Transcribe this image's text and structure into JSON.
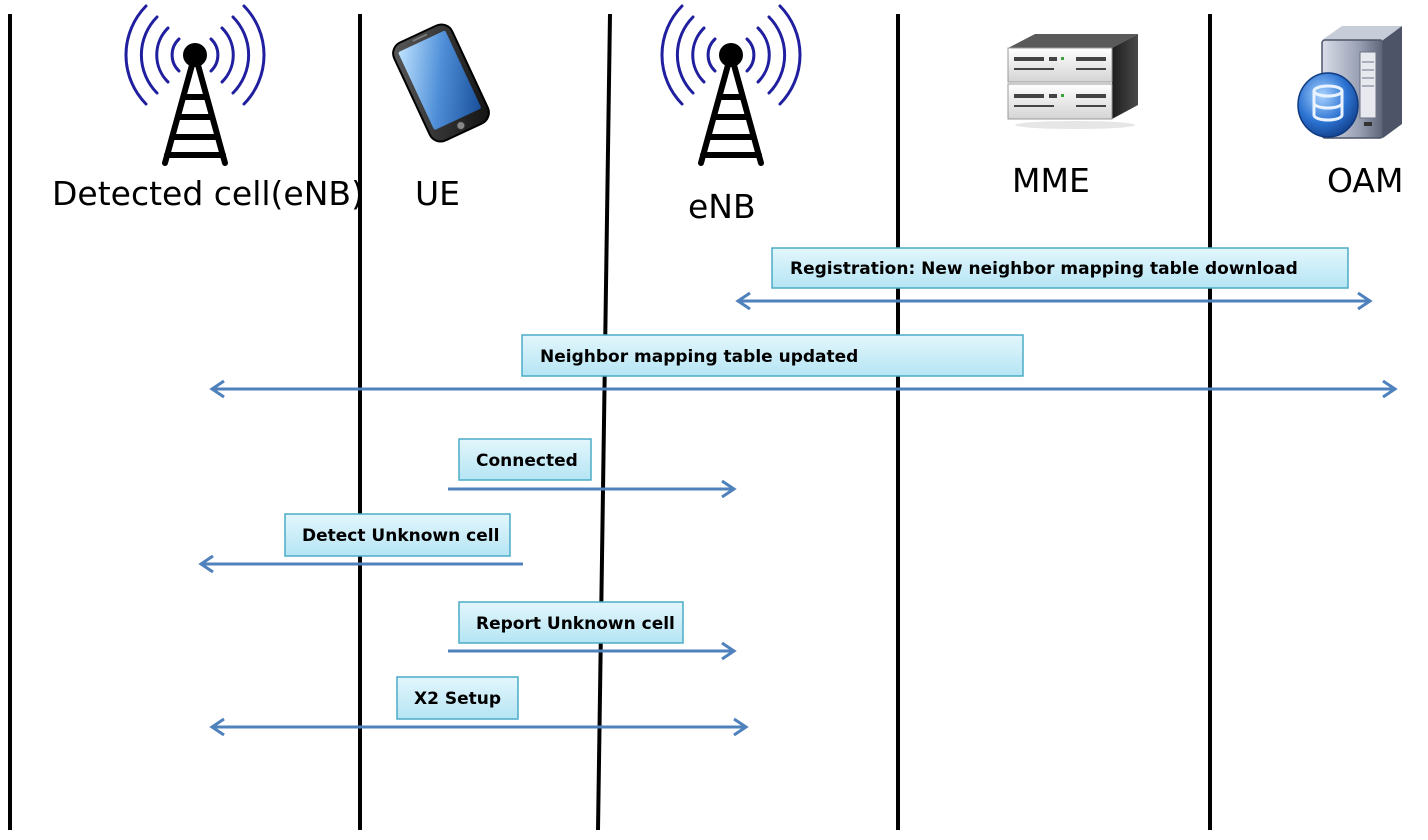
{
  "diagram": {
    "entities": [
      {
        "id": "detected-cell",
        "label": "Detected cell(eNB)",
        "icon": "cell-tower-icon"
      },
      {
        "id": "ue",
        "label": "UE",
        "icon": "smartphone-icon"
      },
      {
        "id": "enb",
        "label": "eNB",
        "icon": "cell-tower-icon"
      },
      {
        "id": "mme",
        "label": "MME",
        "icon": "server-rack-icon"
      },
      {
        "id": "oam",
        "label": "OAM",
        "icon": "database-server-icon"
      }
    ],
    "messages": [
      {
        "id": "registration",
        "label": "Registration: New neighbor mapping table download",
        "direction": "both"
      },
      {
        "id": "neighbor-table-updated",
        "label": "Neighbor mapping table updated",
        "direction": "both"
      },
      {
        "id": "connected",
        "label": "Connected",
        "direction": "right"
      },
      {
        "id": "detect-unknown-cell",
        "label": "Detect Unknown cell",
        "direction": "left"
      },
      {
        "id": "report-unknown-cell",
        "label": "Report Unknown cell",
        "direction": "right"
      },
      {
        "id": "x2-setup",
        "label": "X2 Setup",
        "direction": "both"
      }
    ],
    "colors": {
      "arrow": "#4f81bd",
      "box_border": "#4bacc6",
      "box_fill_top": "#dbf3fb",
      "box_fill_bottom": "#b7e6f5",
      "tower_waves": "#1f1f9f",
      "lifeline": "#000000"
    }
  }
}
